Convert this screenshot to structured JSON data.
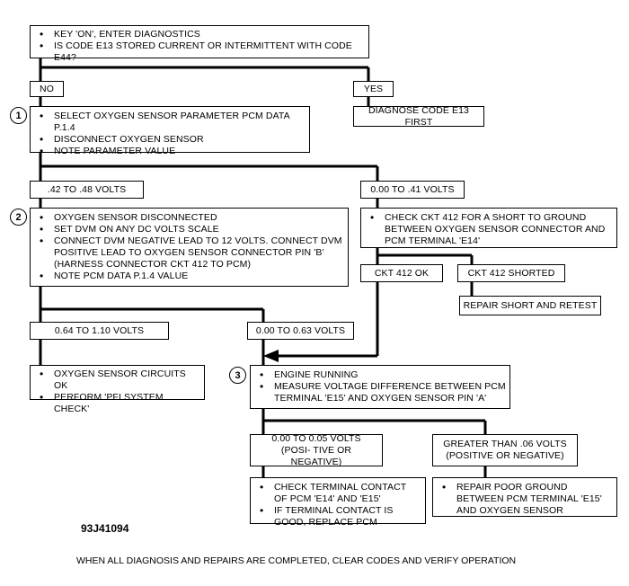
{
  "top": {
    "items": [
      "KEY 'ON', ENTER DIAGNOSTICS",
      "IS CODE E13 STORED CURRENT OR INTERMITTENT WITH CODE E44?"
    ]
  },
  "no": "NO",
  "yes": "YES",
  "diagnose_e13": "DIAGNOSE CODE E13 FIRST",
  "step1": {
    "number": "1",
    "items": [
      "SELECT OXYGEN SENSOR PARAMETER PCM DATA P.1.4",
      "DISCONNECT OXYGEN SENSOR",
      "NOTE  PARAMETER VALUE"
    ]
  },
  "v_42_48": ".42 TO .48 VOLTS",
  "v_0_41": "0.00 TO .41 VOLTS",
  "step2": {
    "number": "2",
    "items": [
      "OXYGEN SENSOR DISCONNECTED",
      "SET DVM ON ANY DC VOLTS SCALE",
      "CONNECT DVM NEGATIVE LEAD TO 12 VOLTS. CONNECT DVM POSITIVE LEAD TO OXYGEN SENSOR CONNECTOR PIN 'B' (HARNESS CONNECTOR CKT 412 TO PCM)",
      "NOTE PCM DATA P.1.4 VALUE"
    ]
  },
  "check_ckt412": {
    "items": [
      "CHECK CKT 412 FOR A SHORT TO GROUND BETWEEN OXYGEN SENSOR CONNECTOR AND PCM TERMINAL 'E14'"
    ]
  },
  "ckt412_ok": "CKT 412 OK",
  "ckt412_shorted": "CKT 412 SHORTED",
  "repair_short": "REPAIR SHORT AND RETEST",
  "v_064_110": "0.64 TO 1.10 VOLTS",
  "v_000_063": "0.00 TO 0.63 VOLTS",
  "circuits_ok": {
    "items": [
      "OXYGEN  SENSOR CIRCUITS OK",
      "PERFORM 'PFI SYSTEM CHECK'"
    ]
  },
  "step3": {
    "number": "3",
    "items": [
      "ENGINE RUNNING",
      "MEASURE  VOLTAGE DIFFERENCE BETWEEN PCM TERMINAL 'E15' AND OXYGEN SENSOR PIN 'A'"
    ]
  },
  "v_000_005": "0.00 TO 0.05 VOLTS (POSI- TIVE OR NEGATIVE)",
  "v_gt_006": "GREATER THAN .06 VOLTS (POSITIVE OR NEGATIVE)",
  "check_terminal": {
    "items": [
      "CHECK TERMINAL CONTACT OF PCM 'E14' AND 'E15'",
      "IF TERMINAL CONTACT IS GOOD, REPLACE PCM"
    ]
  },
  "repair_ground": {
    "items": [
      "REPAIR POOR GROUND BETWEEN PCM TERMINAL 'E15' AND OXYGEN SENSOR"
    ]
  },
  "figure_id": "93J41094",
  "footer": "WHEN ALL DIAGNOSIS AND REPAIRS ARE COMPLETED, CLEAR CODES AND VERIFY OPERATION"
}
